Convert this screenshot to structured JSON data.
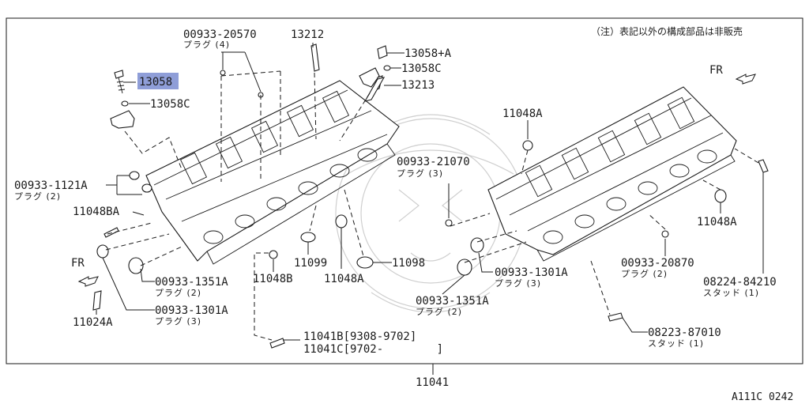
{
  "note": "（注）表記以外の構成部品は非販売",
  "catalog_code": "A111C 0242",
  "direction_label": "FR",
  "highlight_color": "#8f9ed8",
  "callouts": {
    "p13058": "13058",
    "p13058c_left": "13058C",
    "p20570": "00933-20570",
    "p20570_sub": "プラグ (4)",
    "p13212": "13212",
    "p13058plusa": "13058+A",
    "p13058c_right": "13058C",
    "p13213": "13213",
    "p1121a": "00933-1121A",
    "p1121a_sub": "プラグ (2)",
    "p11048ba": "11048BA",
    "p1351a_left": "00933-1351A",
    "p1351a_left_sub": "プラグ (2)",
    "p1301a_left": "00933-1301A",
    "p1301a_left_sub": "プラグ (3)",
    "p11024a": "11024A",
    "p11099": "11099",
    "p11048a_mid": "11048A",
    "p11048b": "11048B",
    "p11098": "11098",
    "p11041b": "11041B[9308-9702]",
    "p11041c": "11041C[9702-        ]",
    "p11041": "11041",
    "p11048a_top": "11048A",
    "p21070": "00933-21070",
    "p21070_sub": "プラグ (3)",
    "p1301a_right": "00933-1301A",
    "p1301a_right_sub": "プラグ (3)",
    "p1351a_right": "00933-1351A",
    "p1351a_right_sub": "プラグ (2)",
    "p11048a_right": "11048A",
    "p20870": "00933-20870",
    "p20870_sub": "プラグ (2)",
    "p84210": "08224-84210",
    "p84210_sub": "スタッド (1)",
    "p87010": "08223-87010",
    "p87010_sub": "スタッド (1)"
  }
}
